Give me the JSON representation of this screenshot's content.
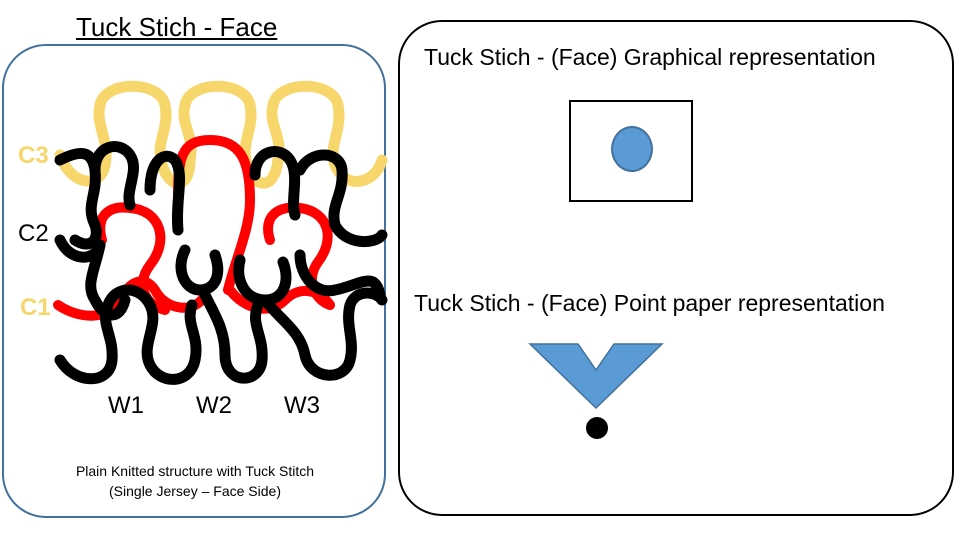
{
  "diagram": {
    "title_left": "Tuck Stich - Face",
    "caption_line1": "Plain Knitted structure with Tuck Stitch",
    "caption_line2": "(Single Jersey – Face Side)",
    "courses": {
      "c3": "C3",
      "c2": "C2",
      "c1": "C1"
    },
    "wales": {
      "w1": "W1",
      "w2": "W2",
      "w3": "W3"
    },
    "graphical_title": "Tuck Stich -  (Face) Graphical representation",
    "point_paper_title": "Tuck Stich -  (Face) Point paper representation"
  },
  "colors": {
    "panel_border_left": "#41719c",
    "panel_border_right": "#000000",
    "yarn_yellow": "#f7d66b",
    "yarn_red": "#ff0000",
    "yarn_black": "#000000",
    "symbol_blue": "#5b9bd5",
    "symbol_outline": "#41719c"
  },
  "icons": {
    "graphical_symbol": "circle-dot-icon",
    "point_paper_symbol": "chevron-down-with-dot-icon"
  }
}
